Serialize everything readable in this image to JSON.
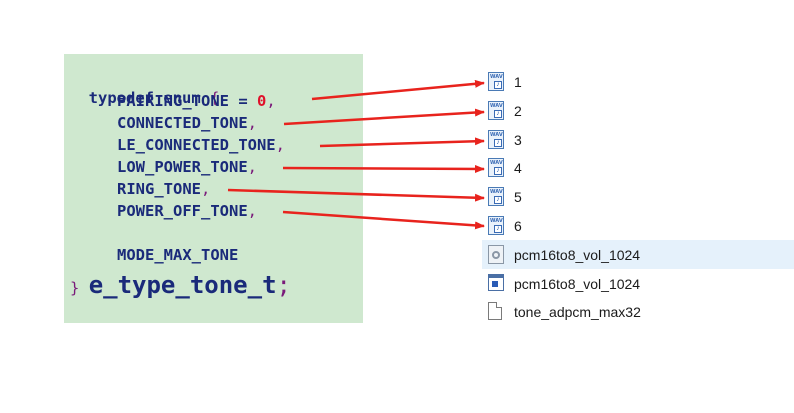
{
  "code": {
    "line1_keyword": "typedef enum",
    "line1_brace": "{",
    "entries": [
      {
        "name": "PAIRING_TONE",
        "assign": " = ",
        "value": "0",
        "comma": ","
      },
      {
        "name": "CONNECTED_TONE",
        "comma": ","
      },
      {
        "name": "LE_CONNECTED_TONE",
        "comma": ","
      },
      {
        "name": "LOW_POWER_TONE",
        "comma": ","
      },
      {
        "name": "RING_TONE",
        "comma": ","
      },
      {
        "name": "POWER_OFF_TONE",
        "comma": ","
      }
    ],
    "max_entry": "MODE_MAX_TONE",
    "closing_brace": "}",
    "type_name": "e_type_tone_t",
    "semicolon": ";"
  },
  "files": [
    {
      "name": "1",
      "icon": "wav-file-icon"
    },
    {
      "name": "2",
      "icon": "wav-file-icon"
    },
    {
      "name": "3",
      "icon": "wav-file-icon"
    },
    {
      "name": "4",
      "icon": "wav-file-icon"
    },
    {
      "name": "5",
      "icon": "wav-file-icon"
    },
    {
      "name": "6",
      "icon": "wav-file-icon"
    },
    {
      "name": "pcm16to8_vol_1024",
      "icon": "settings-file-icon",
      "selected": true
    },
    {
      "name": "pcm16to8_vol_1024",
      "icon": "application-file-icon"
    },
    {
      "name": "tone_adpcm_max32",
      "icon": "blank-file-icon"
    }
  ],
  "colors": {
    "panel_bg": "#cfe8cf",
    "arrow": "#e8231d",
    "identifier": "#1a2a7a",
    "number": "#e0102a",
    "punctuation": "#7a1a7a",
    "selection": "#e5f1fb"
  }
}
